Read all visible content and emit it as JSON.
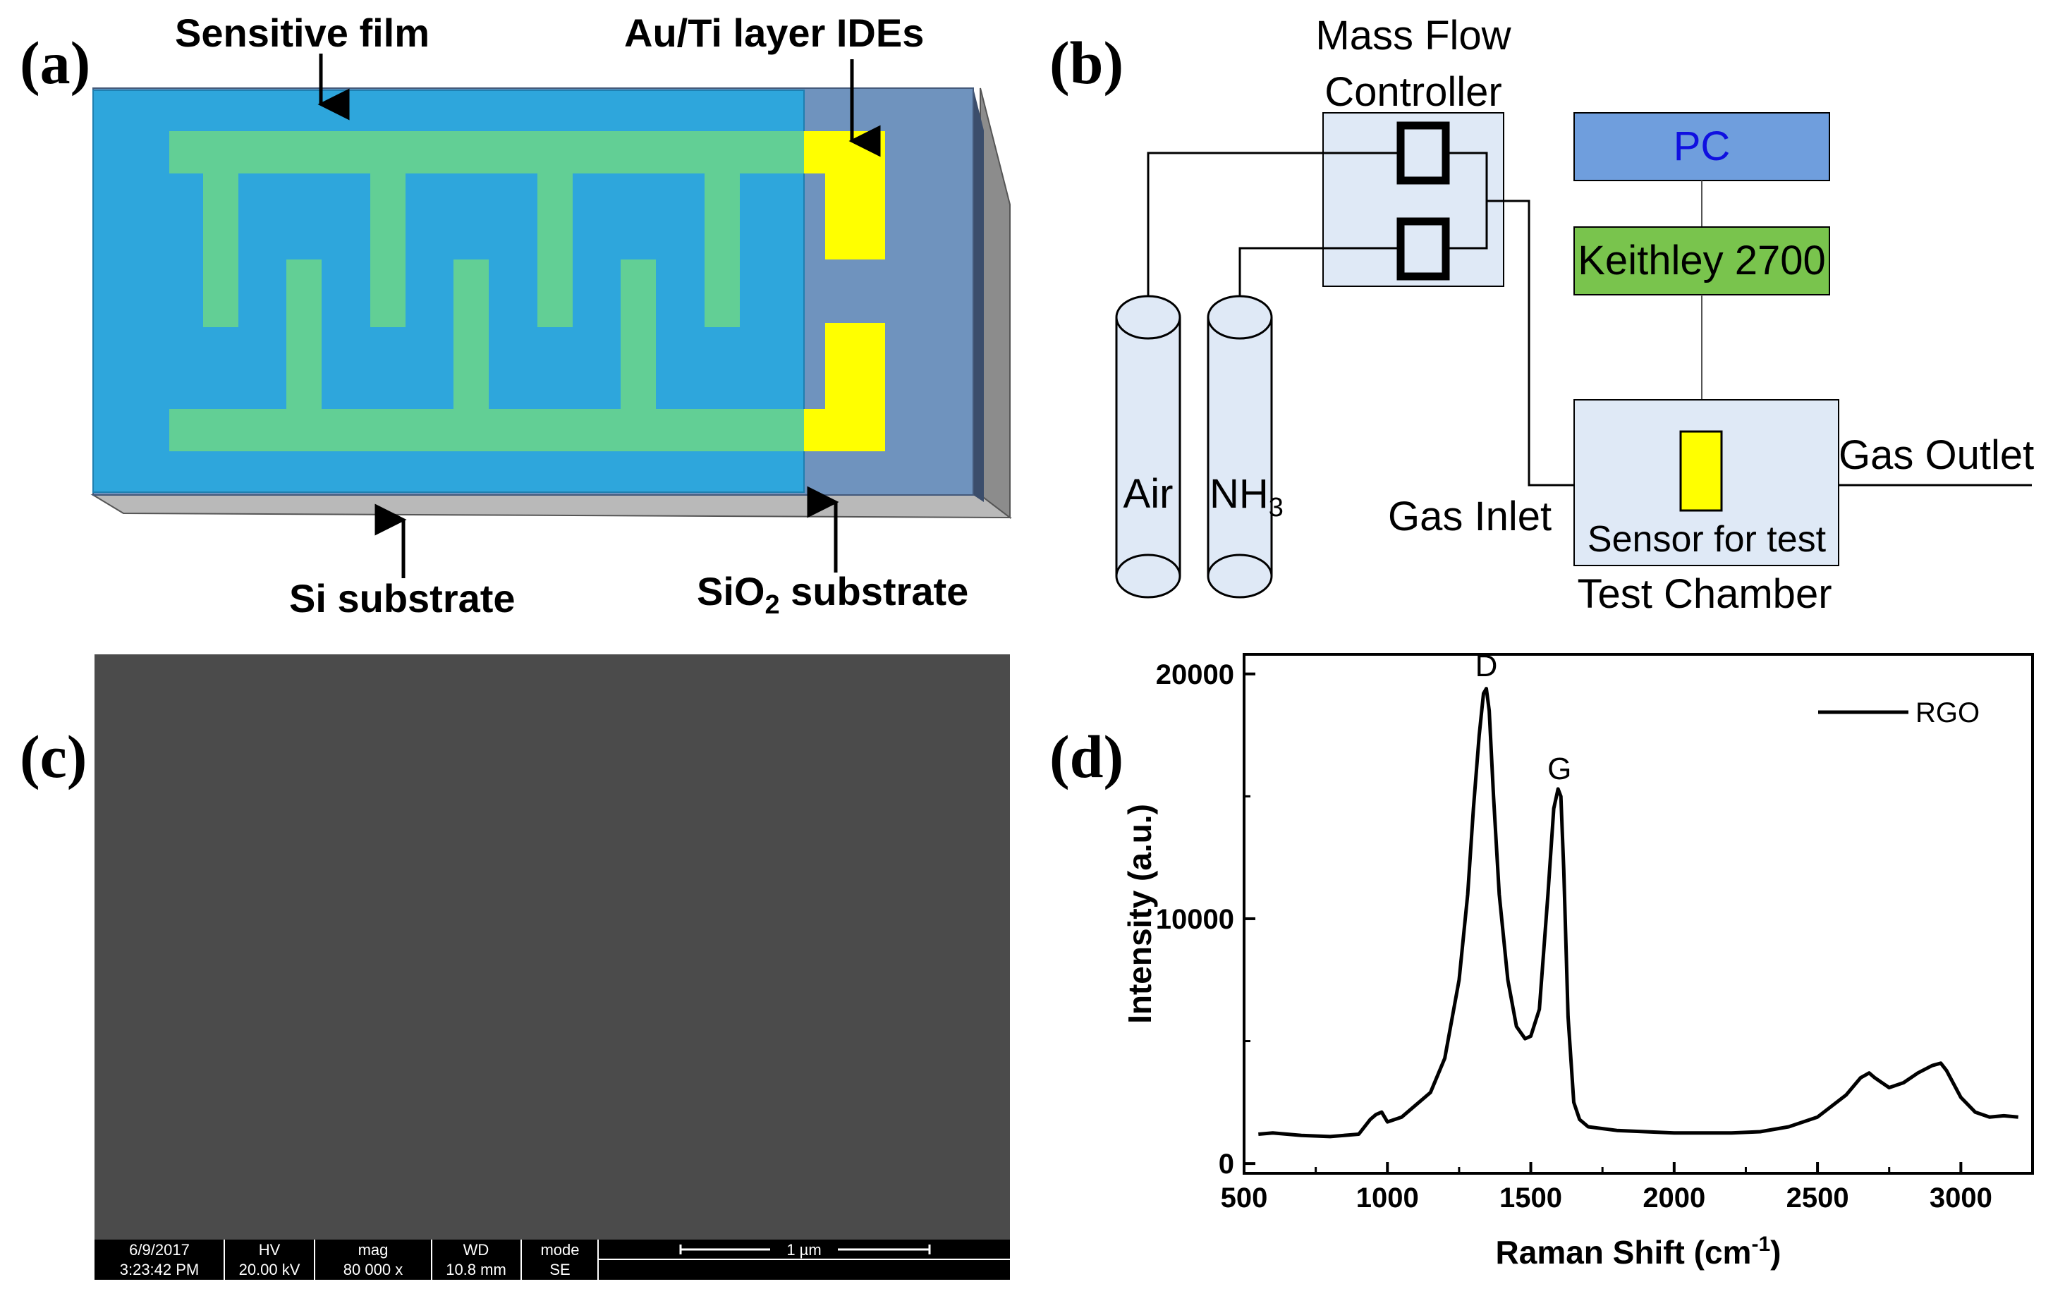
{
  "panel_a": {
    "label": "(a)",
    "sensitive_film": "Sensitive film",
    "ide_layer": "Au/Ti layer IDEs",
    "si_substrate": "Si substrate",
    "sio2_prefix": "SiO",
    "sio2_sub": "2",
    "sio2_suffix": " substrate",
    "colors": {
      "film": "#2ea6dc",
      "electrode": "#62cf95",
      "pad": "#ffff00",
      "sio2": "#6f93be",
      "si_edge": "#8a8a8a"
    }
  },
  "panel_b": {
    "label": "(b)",
    "mfc_line1": "Mass Flow",
    "mfc_line2": "Controller",
    "pc": "PC",
    "keithley": "Keithley 2700",
    "air": "Air",
    "nh3_prefix": "NH",
    "nh3_sub": "3",
    "gas_inlet": "Gas Inlet",
    "gas_outlet": "Gas Outlet",
    "sensor": "Sensor for test",
    "chamber": "Test Chamber",
    "colors": {
      "pc_box": "#6f9edd",
      "pc_text": "#1010e0",
      "keithley_box": "#79c44d",
      "box_fill": "#dfe9f6",
      "sensor": "#ffff00"
    }
  },
  "panel_c": {
    "label": "(c)",
    "info_headers": [
      "6/9/2017",
      "HV",
      "mag",
      "WD",
      "mode"
    ],
    "info_values": [
      "3:23:42 PM",
      "20.00 kV",
      "80 000 x",
      "10.8 mm",
      "SE"
    ],
    "scale_bar": "1 µm",
    "colors": {
      "image": "#4b4b4b",
      "bar": "#000000"
    }
  },
  "panel_d": {
    "label": "(d)"
  },
  "chart_data": {
    "type": "line",
    "xlabel_text": "Raman Shift (cm",
    "xlabel_sup": "-1",
    "xlabel_close": ")",
    "ylabel": "Intensity (a.u.)",
    "xlim": [
      500,
      3250
    ],
    "ylim": [
      -400,
      20800
    ],
    "xticks": [
      500,
      1000,
      1500,
      2000,
      2500,
      3000
    ],
    "yticks": [
      0,
      10000,
      20000
    ],
    "legend_position": "top-right",
    "annotations": [
      {
        "text": "D",
        "x": 1345,
        "y": 19500
      },
      {
        "text": "G",
        "x": 1600,
        "y": 15300
      }
    ],
    "series": [
      {
        "name": "RGO",
        "x": [
          550,
          600,
          700,
          800,
          900,
          940,
          960,
          980,
          1000,
          1050,
          1100,
          1150,
          1200,
          1250,
          1280,
          1300,
          1320,
          1335,
          1345,
          1355,
          1370,
          1390,
          1420,
          1450,
          1480,
          1500,
          1530,
          1560,
          1580,
          1595,
          1605,
          1615,
          1630,
          1650,
          1670,
          1700,
          1800,
          1900,
          2000,
          2100,
          2200,
          2300,
          2400,
          2500,
          2600,
          2650,
          2680,
          2700,
          2750,
          2800,
          2850,
          2900,
          2930,
          2950,
          3000,
          3050,
          3100,
          3150,
          3200
        ],
        "y": [
          1200,
          1250,
          1150,
          1100,
          1200,
          1800,
          2000,
          2100,
          1700,
          1900,
          2400,
          2900,
          4300,
          7500,
          11000,
          14500,
          17500,
          19200,
          19400,
          18500,
          15000,
          11000,
          7500,
          5600,
          5100,
          5200,
          6300,
          11000,
          14500,
          15300,
          15000,
          12000,
          6000,
          2500,
          1800,
          1500,
          1350,
          1300,
          1250,
          1250,
          1250,
          1300,
          1500,
          1900,
          2800,
          3500,
          3700,
          3500,
          3100,
          3300,
          3700,
          4000,
          4100,
          3800,
          2700,
          2100,
          1900,
          1950,
          1900
        ]
      }
    ]
  }
}
